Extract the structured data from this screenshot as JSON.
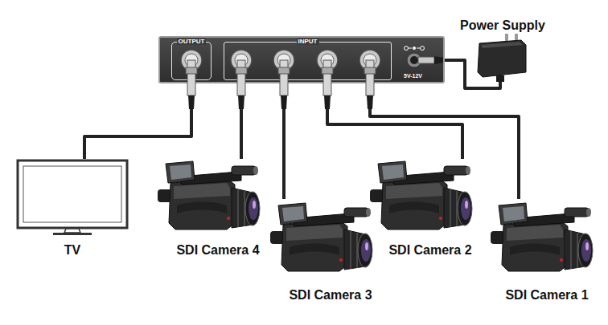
{
  "diagram": {
    "nodes": [
      {
        "text": [
          "5V-12V"
        ]
      },
      {
        "text": [
          "OUTPUT"
        ],
        "in": 0
      },
      {
        "text": [
          "INPUT"
        ],
        "in": 0
      },
      {
        "text": [
          "Power Supply"
        ]
      },
      {
        "text": [
          "TV"
        ]
      },
      {
        "text": [
          "SDI Camera 4"
        ]
      },
      {
        "text": [
          "SDI Camera 3"
        ]
      },
      {
        "text": [
          "SDI Camera 2"
        ]
      },
      {
        "text": [
          "SDI Camera 1"
        ]
      }
    ],
    "edges": [
      {
        "from": 1,
        "to": 4,
        "arrow": "none"
      },
      {
        "from": 2,
        "to": 5,
        "arrow": "none"
      },
      {
        "from": 2,
        "to": 6,
        "arrow": "none"
      },
      {
        "from": 2,
        "to": 7,
        "arrow": "none"
      },
      {
        "from": 2,
        "to": 8,
        "arrow": "none"
      },
      {
        "from": 3,
        "to": 0,
        "arrow": "none"
      }
    ]
  }
}
